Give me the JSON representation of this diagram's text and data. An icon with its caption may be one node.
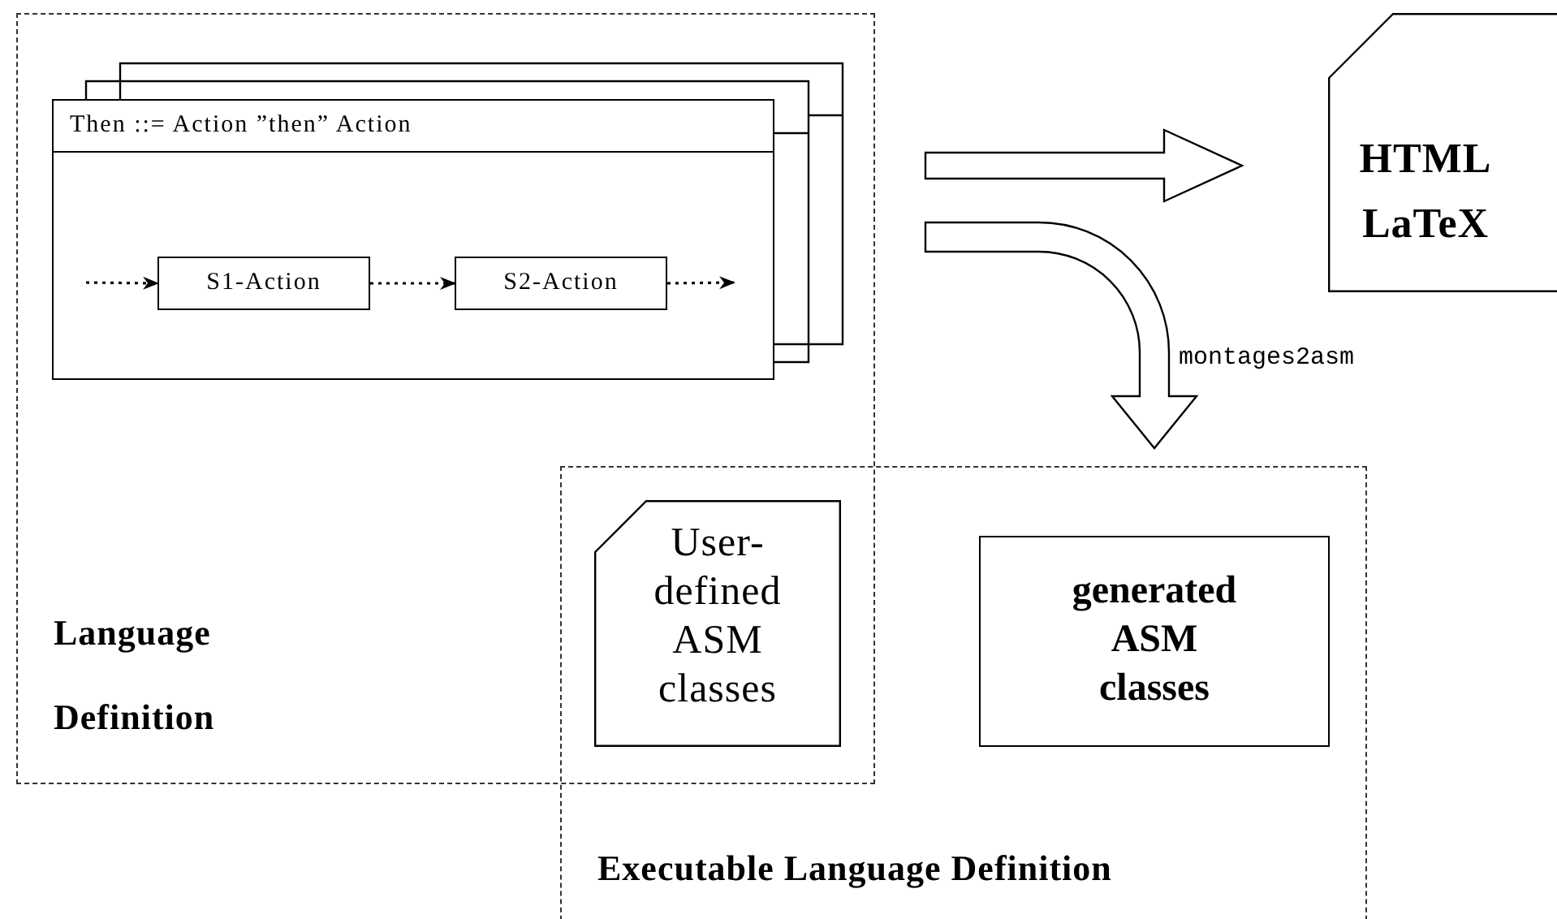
{
  "diagram": {
    "nodes": [
      {
        "text": [
          "Language Definition"
        ]
      },
      {
        "text": [
          "Executable Language Definition"
        ]
      },
      {
        "text": [
          "Then ::= Action ”then” Action"
        ],
        "in": 0
      },
      {
        "text": [
          "S1-Action"
        ],
        "in": 2
      },
      {
        "text": [
          "S2-Action"
        ],
        "in": 2
      },
      {
        "text": [
          "HTML LaTeX"
        ]
      },
      {
        "text": [
          "User-defined ASM classes"
        ]
      },
      {
        "text": [
          "generated ASM classes"
        ],
        "in": 1
      }
    ],
    "edges": [
      {
        "from": null,
        "to": 3,
        "arrow": "to",
        "style": "dashed"
      },
      {
        "from": 3,
        "to": 4,
        "arrow": "to",
        "style": "dashed"
      },
      {
        "from": 4,
        "to": null,
        "arrow": "to",
        "style": "dashed"
      },
      {
        "from": 0,
        "to": 5,
        "arrow": "to",
        "style": "thick"
      },
      {
        "from": 0,
        "to": 1,
        "arrow": "to",
        "style": "thick",
        "label": "montages2asm"
      }
    ]
  }
}
